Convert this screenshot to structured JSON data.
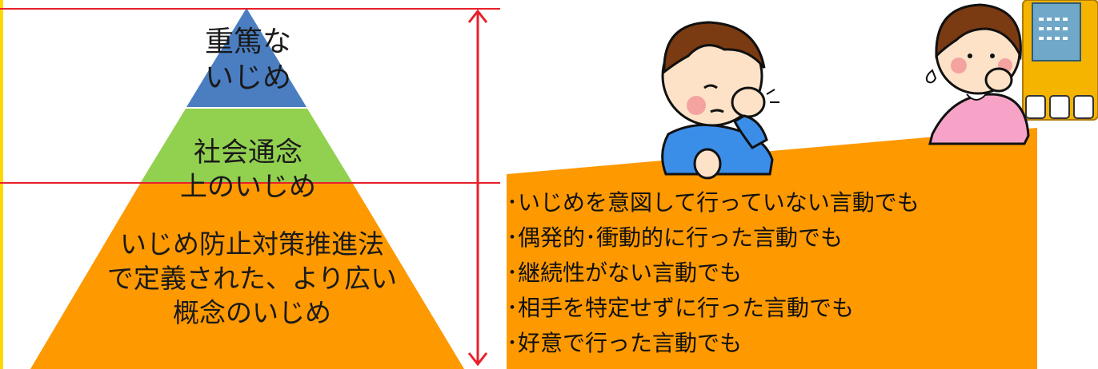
{
  "pyramid": {
    "tiers": [
      {
        "lines": [
          "重篤な",
          "いじめ"
        ],
        "color": "#4a7ec1"
      },
      {
        "lines": [
          "社会通念",
          "上のいじめ"
        ],
        "color": "#92d050"
      },
      {
        "lines": [
          "いじめ防止対策推進法",
          "で定義された、より広い",
          "概念のいじめ"
        ],
        "color": "#ff9900"
      }
    ]
  },
  "conditions": {
    "items": [
      "･いじめを意図して行っていない言動でも",
      "･偶発的･衝動的に行った言動でも",
      "･継続性がない言動でも",
      "･相手を特定せずに行った言動でも",
      "･好意で行った言動でも"
    ],
    "panel_color": "#ff9900"
  },
  "colors": {
    "guide_line": "#e8202a",
    "border": "#ffd700"
  }
}
